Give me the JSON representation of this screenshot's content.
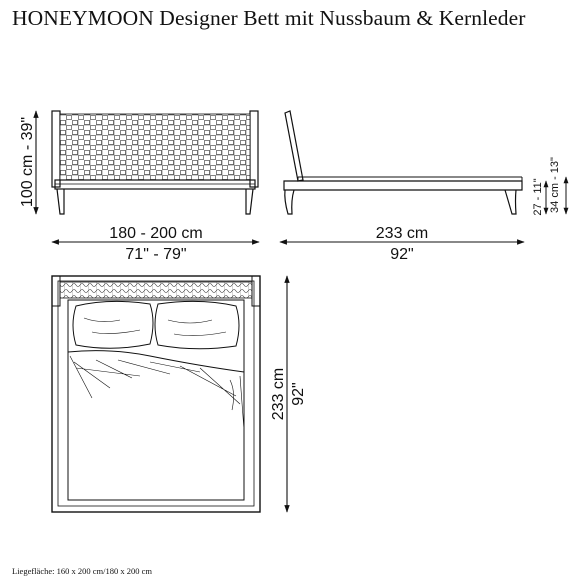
{
  "title": "HONEYMOON Designer Bett mit Nussbaum & Kernleder",
  "front_view": {
    "height_label": "100 cm - 39\"",
    "width_cm": "180 - 200 cm",
    "width_in": "71\" - 79\""
  },
  "side_view": {
    "length_cm": "233 cm",
    "length_in": "92\"",
    "frame_height": "27 - 11\"",
    "mattress_height": "34 cm - 13\""
  },
  "top_view": {
    "length_cm": "233 cm",
    "length_in": "92\""
  },
  "footer": "Liegefläche: 160 x 200 cm/180 x 200 cm"
}
